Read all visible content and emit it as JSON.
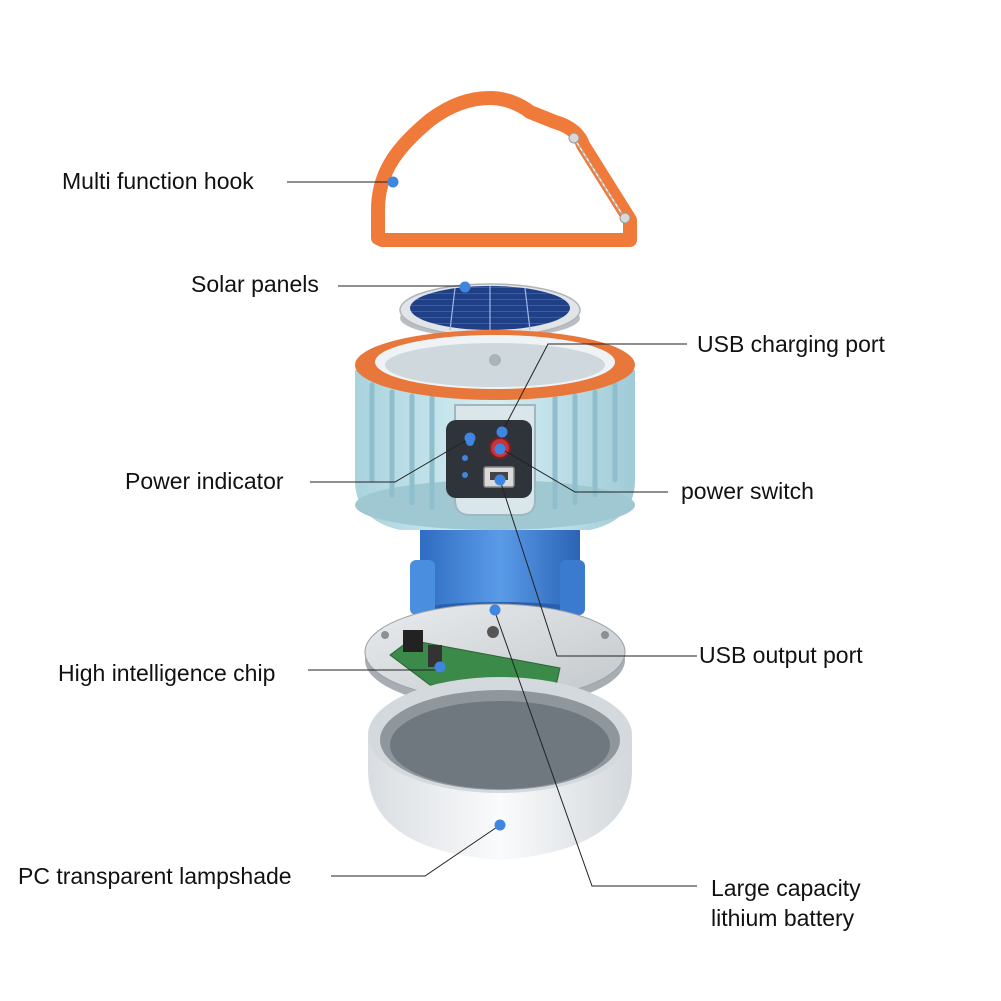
{
  "labels": {
    "hook": "Multi function hook",
    "solar": "Solar panels",
    "usb_charging": "USB charging port",
    "power_indicator": "Power indicator",
    "power_switch": "power switch",
    "chip": "High intelligence chip",
    "usb_output": "USB output port",
    "lampshade": "PC transparent lampshade",
    "battery_line1": "Large capacity",
    "battery_line2": "lithium battery"
  },
  "colors": {
    "hook": "#f07a3a",
    "body": "#bfe0e8",
    "ring": "#e8773c",
    "battery": "#3d7fd6",
    "dot": "#3f86e0",
    "pcb": "#3c8a4a",
    "shade": "#eef1f3",
    "leader": "#222222"
  }
}
